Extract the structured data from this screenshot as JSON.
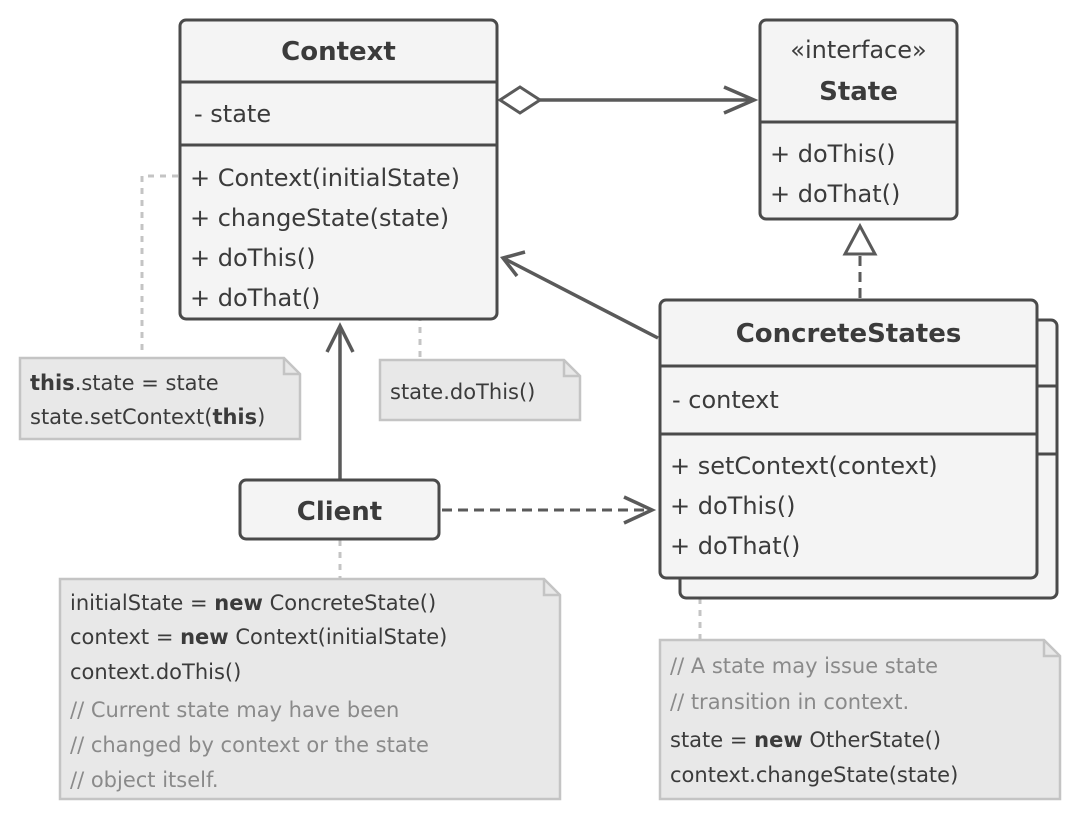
{
  "context": {
    "title": "Context",
    "fields": [
      "- state"
    ],
    "methods": [
      "+ Context(initialState)",
      "+ changeState(state)",
      "+ doThis()",
      "+ doThat()"
    ]
  },
  "state": {
    "stereotype": "«interface»",
    "title": "State",
    "methods": [
      "+ doThis()",
      "+ doThat()"
    ]
  },
  "concrete": {
    "title": "ConcreteStates",
    "fields": [
      "- context"
    ],
    "methods": [
      "+ setContext(context)",
      "+ doThis()",
      "+ doThat()"
    ]
  },
  "client": {
    "title": "Client"
  },
  "notes": {
    "constructor": {
      "line1_kw": "this",
      "line1_rest": ".state = state",
      "line2_pre": "state.setContext(",
      "line2_kw": "this",
      "line2_post": ")"
    },
    "do_this": {
      "line1": "state.doThis()"
    },
    "client": {
      "line1_pre": "initialState = ",
      "line1_kw": "new",
      "line1_post": " ConcreteState()",
      "line2_pre": "context = ",
      "line2_kw": "new",
      "line2_post": " Context(initialState)",
      "line3": "context.doThis()",
      "comment1": "// Current state may have been",
      "comment2": "// changed by context or the state",
      "comment3": "// object itself."
    },
    "concrete": {
      "comment1": "// A state may issue state",
      "comment2": "// transition in context.",
      "line3_pre": "state = ",
      "line3_kw": "new",
      "line3_post": " OtherState()",
      "line4": "context.changeState(state)"
    }
  }
}
